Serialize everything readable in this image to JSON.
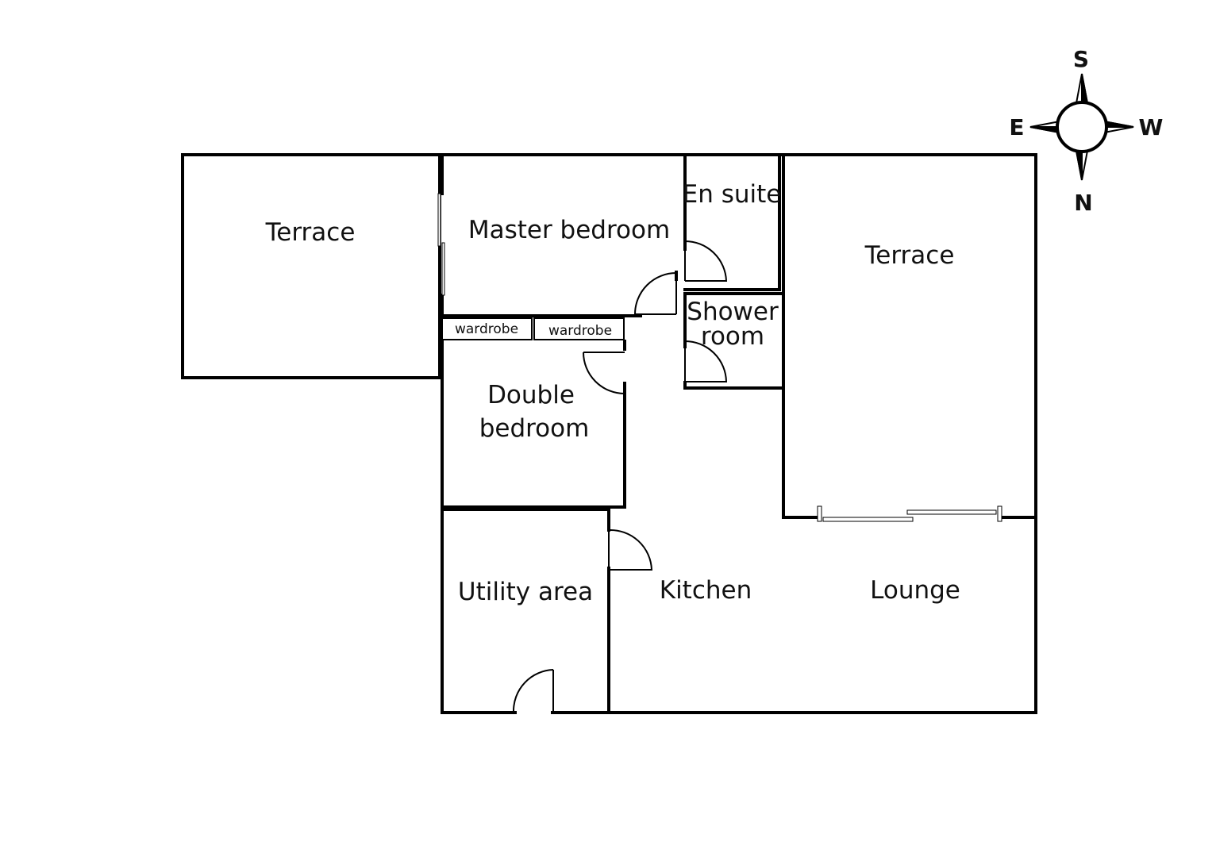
{
  "rooms": {
    "terrace_left": "Terrace",
    "master_bedroom": "Master bedroom",
    "en_suite": "En suite",
    "terrace_right": "Terrace",
    "shower_room_line1": "Shower",
    "shower_room_line2": "room",
    "wardrobe_1": "wardrobe",
    "wardrobe_2": "wardrobe",
    "double_bedroom_line1": "Double",
    "double_bedroom_line2": "bedroom",
    "utility_area": "Utility area",
    "kitchen": "Kitchen",
    "lounge": "Lounge"
  },
  "compass": {
    "top": "S",
    "bottom": "N",
    "left": "E",
    "right": "W"
  },
  "colors": {
    "wall": "#000000",
    "background": "#ffffff"
  }
}
